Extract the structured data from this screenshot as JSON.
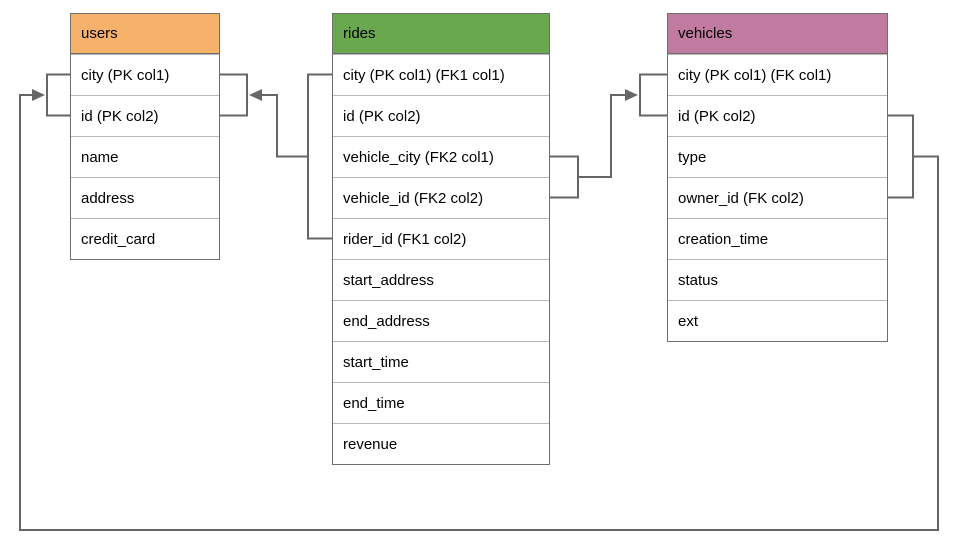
{
  "diagram": {
    "background": "#ffffff",
    "edge_color": "#666666",
    "row_border_color": "#b7b7b7",
    "table_border_color": "#6e6e6e",
    "tables": [
      {
        "name": "users",
        "header_color": "#f6b26b",
        "columns": [
          "city (PK col1)",
          "id (PK col2)",
          "name",
          "address",
          "credit_card"
        ]
      },
      {
        "name": "rides",
        "header_color": "#6aa84f",
        "columns": [
          "city (PK col1) (FK1 col1)",
          "id (PK col2)",
          "vehicle_city (FK2 col1)",
          "vehicle_id (FK2 col2)",
          "rider_id (FK1 col2)",
          "start_address",
          "end_address",
          "start_time",
          "end_time",
          "revenue"
        ]
      },
      {
        "name": "vehicles",
        "header_color": "#c27ba0",
        "columns": [
          "city (PK col1) (FK col1)",
          "id (PK col2)",
          "type",
          "owner_id (FK col2)",
          "creation_time",
          "status",
          "ext"
        ]
      }
    ],
    "relationships": [
      {
        "name": "FK1",
        "from": "rides (city, rider_id)",
        "to": "users (city, id)"
      },
      {
        "name": "FK2",
        "from": "rides (vehicle_city, vehicle_id)",
        "to": "vehicles (city, id)"
      },
      {
        "name": "FK",
        "from": "vehicles (city, owner_id)",
        "to": "users (city, id)"
      }
    ]
  }
}
